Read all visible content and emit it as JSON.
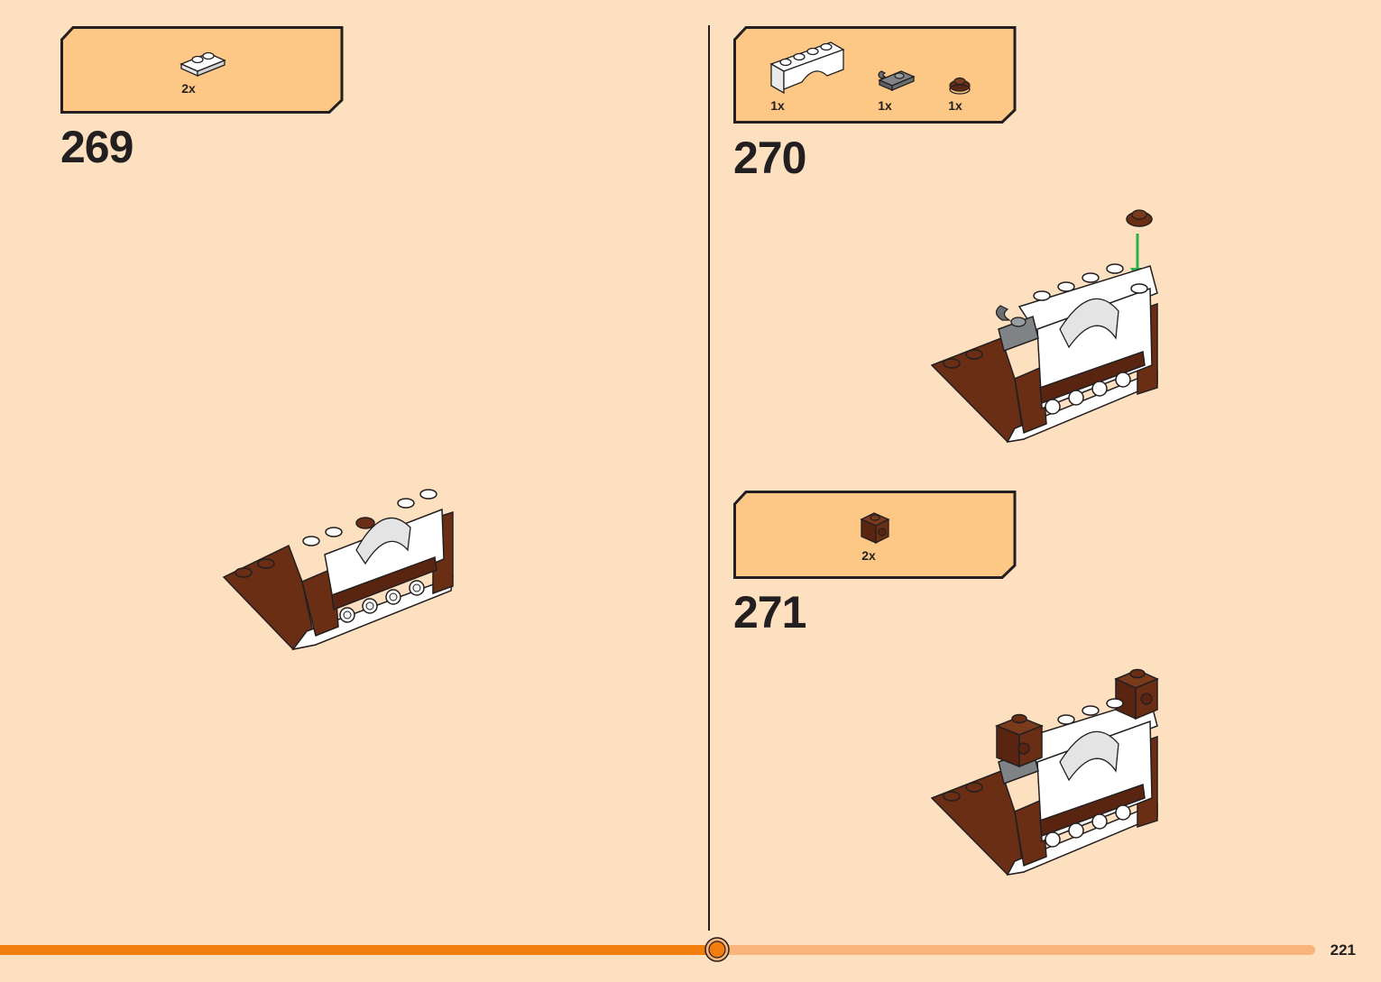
{
  "page": {
    "number": "221"
  },
  "steps": [
    {
      "number": "269",
      "parts": [
        {
          "name": "white-plate-1x2-icon",
          "qty": "2x",
          "color": "#f4f4f4"
        }
      ]
    },
    {
      "number": "270",
      "parts": [
        {
          "name": "white-arch-1x4-icon",
          "qty": "1x",
          "color": "#f4f4f4"
        },
        {
          "name": "gray-clip-plate-icon",
          "qty": "1x",
          "color": "#6b6e70"
        },
        {
          "name": "brown-round-plate-icon",
          "qty": "1x",
          "color": "#6a2e14"
        }
      ]
    },
    {
      "number": "271",
      "parts": [
        {
          "name": "brown-brick-with-stud-icon",
          "qty": "2x",
          "color": "#6a2e14"
        }
      ]
    }
  ],
  "colors": {
    "background": "#fde0bf",
    "callout": "#fdc886",
    "accent_orange": "#f07d0e",
    "accent_light": "#f8b47a",
    "brick_brown": "#6a2e14",
    "arrow_green": "#2bb24c"
  }
}
